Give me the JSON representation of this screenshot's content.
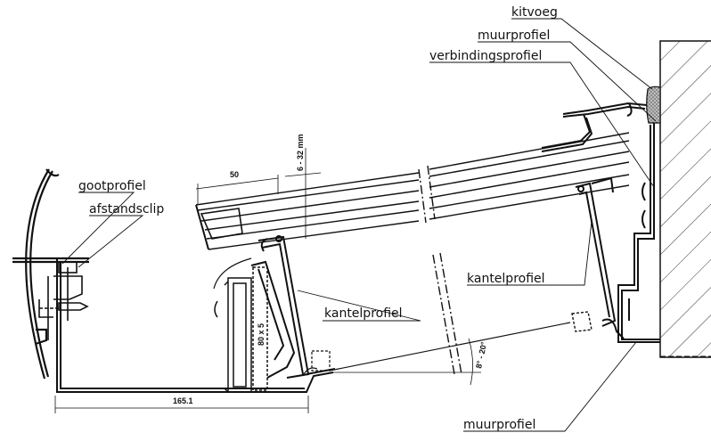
{
  "labels": {
    "kitvoeg": "kitvoeg",
    "muurprofiel_top": "muurprofiel",
    "verbindingsprofiel": "verbindingsprofiel",
    "gootprofiel": "gootprofiel",
    "afstandsclip": "afstandsclip",
    "kantelprofiel_left": "kantelprofiel",
    "kantelprofiel_right": "kantelprofiel",
    "muurprofiel_bottom": "muurprofiel"
  },
  "dimensions": {
    "width_bottom": "165.1",
    "width_top": "50",
    "panel_thickness": "6 - 32 mm",
    "chamber": "80 x 5",
    "angle": "8° - 20°"
  },
  "colors": {
    "line": "#111111",
    "hatch": "#333333",
    "sealant": "#777777"
  }
}
